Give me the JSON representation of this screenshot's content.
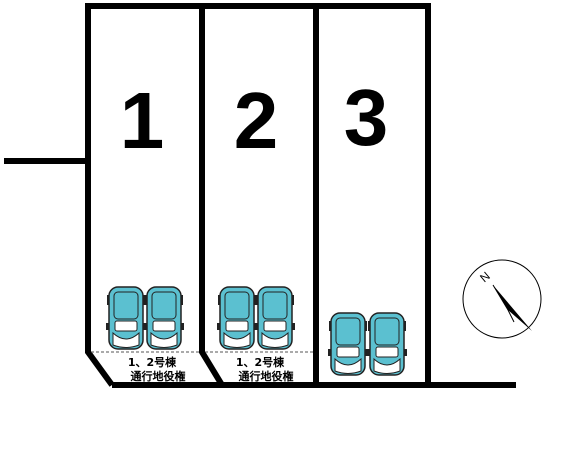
{
  "site_plan": {
    "lots": [
      {
        "number": "1"
      },
      {
        "number": "2"
      },
      {
        "number": "3"
      }
    ],
    "easement_labels": [
      {
        "line1": "1、2号棟",
        "line2": "通行地役権"
      },
      {
        "line1": "1、2号棟",
        "line2": "通行地役権"
      }
    ],
    "parking_spaces": {
      "lot_1": 2,
      "lot_2": 2,
      "lot_3": 2
    },
    "car_color": "#5bc0d0",
    "line_color": "#000000"
  },
  "compass": {
    "letter": "N",
    "icon": "north-arrow-icon"
  }
}
